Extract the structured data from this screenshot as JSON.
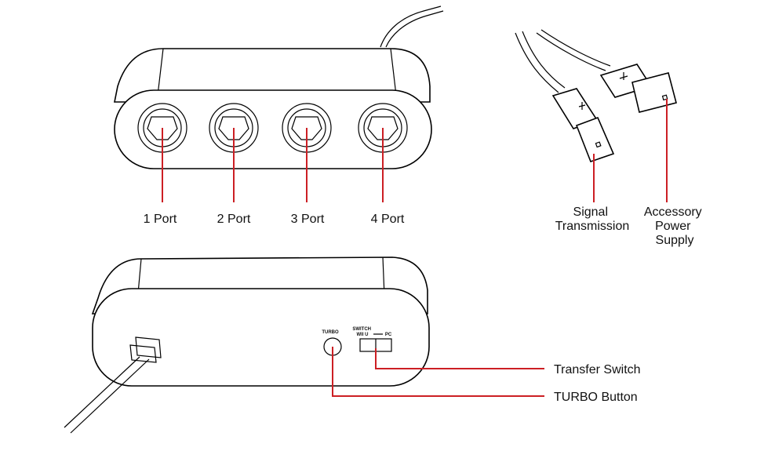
{
  "ports": {
    "port1": "1 Port",
    "port2": "2 Port",
    "port3": "3 Port",
    "port4": "4 Port"
  },
  "usb": {
    "signal_line1": "Signal",
    "signal_line2": "Transmission",
    "power_line1": "Accessory",
    "power_line2": "Power",
    "power_line3": "Supply"
  },
  "back_panel": {
    "turbo_marking": "TURBO",
    "switch_marking_line1": "SWITCH",
    "switch_marking_line2": "WII U",
    "pc_marking": "PC",
    "transfer_switch_label": "Transfer Switch",
    "turbo_button_label": "TURBO Button"
  },
  "colors": {
    "leader": "#cc1f24",
    "outline": "#000000"
  }
}
